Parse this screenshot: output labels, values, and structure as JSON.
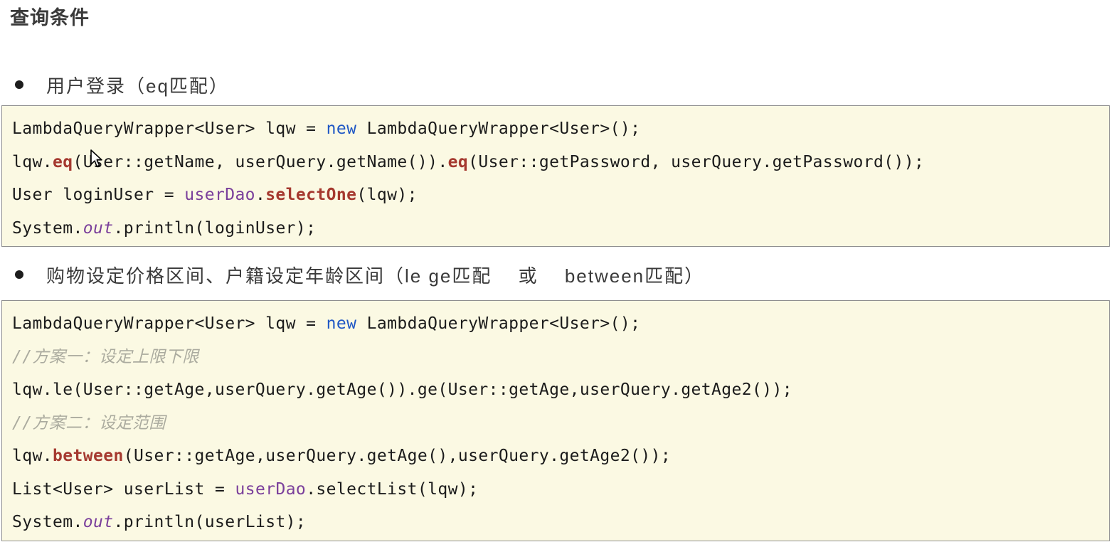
{
  "page": {
    "title": "查询条件"
  },
  "bullets": [
    {
      "label": "用户登录（eq匹配）"
    },
    {
      "label": "购物设定价格区间、户籍设定年龄区间（le ge匹配　 或　 between匹配）"
    }
  ],
  "code_blocks": [
    {
      "name": "eq-match-example",
      "language": "java",
      "lines": [
        {
          "tokens": [
            {
              "type": "plain",
              "text": "LambdaQueryWrapper<User> lqw = "
            },
            {
              "type": "keyword",
              "text": "new"
            },
            {
              "type": "plain",
              "text": " LambdaQueryWrapper<User>();"
            }
          ]
        },
        {
          "tokens": [
            {
              "type": "plain",
              "text": "lqw."
            },
            {
              "type": "method",
              "text": "eq"
            },
            {
              "type": "plain",
              "text": "(User::getName, userQuery.getName())."
            },
            {
              "type": "method",
              "text": "eq"
            },
            {
              "type": "plain",
              "text": "(User::getPassword, userQuery.getPassword());"
            }
          ]
        },
        {
          "tokens": [
            {
              "type": "plain",
              "text": "User loginUser = "
            },
            {
              "type": "variable",
              "text": "userDao"
            },
            {
              "type": "plain",
              "text": "."
            },
            {
              "type": "method",
              "text": "selectOne"
            },
            {
              "type": "plain",
              "text": "(lqw);"
            }
          ]
        },
        {
          "tokens": [
            {
              "type": "plain",
              "text": "System."
            },
            {
              "type": "field",
              "text": "out"
            },
            {
              "type": "plain",
              "text": ".println(loginUser);"
            }
          ]
        }
      ]
    },
    {
      "name": "range-match-example",
      "language": "java",
      "lines": [
        {
          "tokens": [
            {
              "type": "plain",
              "text": "LambdaQueryWrapper<User> lqw = "
            },
            {
              "type": "keyword",
              "text": "new"
            },
            {
              "type": "plain",
              "text": " LambdaQueryWrapper<User>();"
            }
          ]
        },
        {
          "tokens": [
            {
              "type": "comment",
              "text": "//方案一：设定上限下限"
            }
          ]
        },
        {
          "tokens": [
            {
              "type": "plain",
              "text": "lqw.le(User::getAge,userQuery.getAge()).ge(User::getAge,userQuery.getAge2());"
            }
          ]
        },
        {
          "tokens": [
            {
              "type": "comment",
              "text": "//方案二：设定范围"
            }
          ]
        },
        {
          "tokens": [
            {
              "type": "plain",
              "text": "lqw."
            },
            {
              "type": "method",
              "text": "between"
            },
            {
              "type": "plain",
              "text": "(User::getAge,userQuery.getAge(),userQuery.getAge2());"
            }
          ]
        },
        {
          "tokens": [
            {
              "type": "plain",
              "text": "List<User> userList = "
            },
            {
              "type": "variable",
              "text": "userDao"
            },
            {
              "type": "plain",
              "text": ".selectList(lqw);"
            }
          ]
        },
        {
          "tokens": [
            {
              "type": "plain",
              "text": "System."
            },
            {
              "type": "field",
              "text": "out"
            },
            {
              "type": "plain",
              "text": ".println(userList);"
            }
          ]
        }
      ]
    }
  ],
  "colors": {
    "text_dark": "#3a3a3a",
    "code_background": "#fbf9e3",
    "code_border": "#8f8f8f",
    "keyword_blue": "#1f57c5",
    "method_red": "#a5392f",
    "variable_purple": "#7a3f9b",
    "comment_gray": "#abab9f"
  },
  "icons": {
    "bullet": "filled-circle",
    "cursor": "arrow-pointer"
  }
}
